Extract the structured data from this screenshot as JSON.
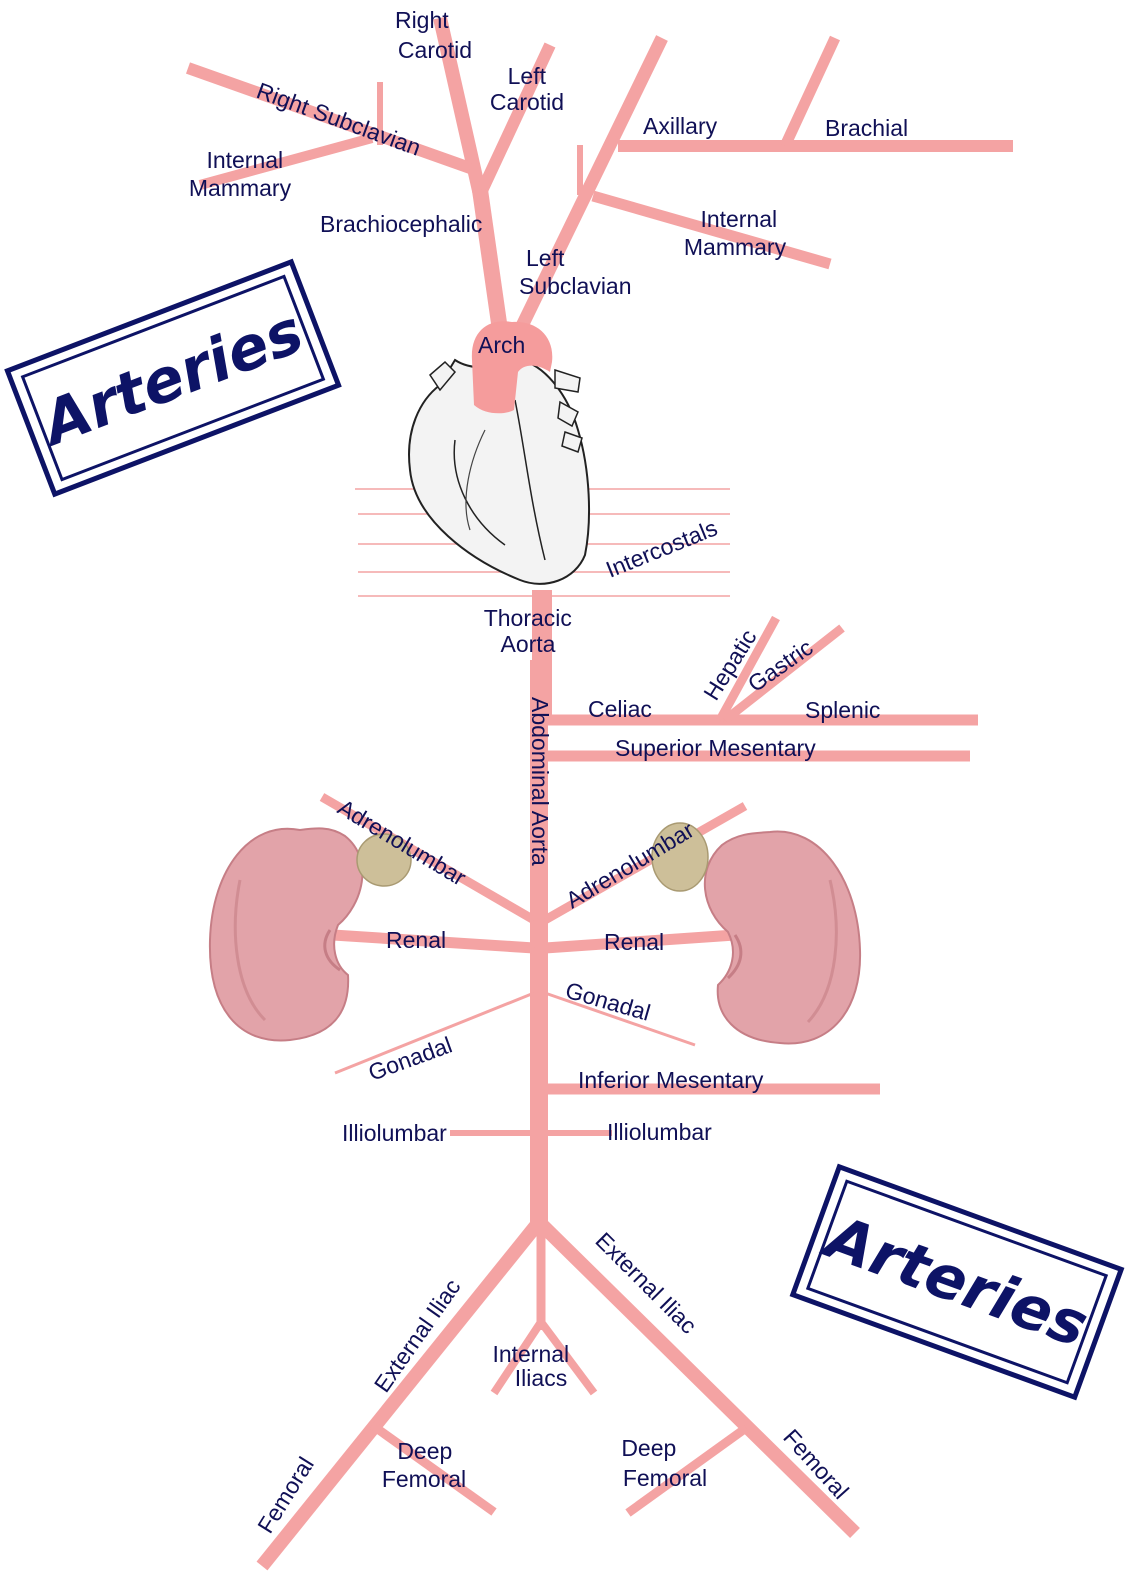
{
  "colors": {
    "artery": "#f4a3a3",
    "label": "#101056",
    "stamp": "#0d1366",
    "heart_outline": "#222222",
    "heart_fill": "#f3f3f3",
    "arch": "#f59c9c",
    "kidney": "#e2a3a9",
    "kidney_shade": "#c67e86",
    "adrenal": "#cdbf99"
  },
  "stamps": {
    "top_left": "Arteries",
    "bottom_right": "Arteries"
  },
  "labels": {
    "right_carotid": [
      "Right",
      "Carotid"
    ],
    "left_carotid": [
      "Left",
      "Carotid"
    ],
    "right_subclavian": "Right Subclavian",
    "internal_mammary_right": [
      "Internal",
      "Mammary"
    ],
    "brachiocephalic": "Brachiocephalic",
    "axillary": "Axillary",
    "brachial": "Brachial",
    "internal_mammary_left": [
      "Internal",
      "Mammary"
    ],
    "left_subclavian": [
      "Left",
      "Subclavian"
    ],
    "arch": "Arch",
    "intercostals": "Intercostals",
    "thoracic_aorta": [
      "Thoracic",
      "Aorta"
    ],
    "hepatic": "Hepatic",
    "gastric": "Gastric",
    "celiac": "Celiac",
    "splenic": "Splenic",
    "superior_mesentary": "Superior Mesentary",
    "abdominal_aorta": "Abdominal Aorta",
    "adrenolumbar_right": "Adrenolumbar",
    "adrenolumbar_left": "Adrenolumbar",
    "renal_right": "Renal",
    "renal_left": "Renal",
    "gonadal_left_side": "Gonadal",
    "gonadal_right_side": "Gonadal",
    "inferior_mesentary": "Inferior Mesentary",
    "illiolumbar_right": "Illiolumbar",
    "illiolumbar_left": "Illiolumbar",
    "external_iliac_right": "External Iliac",
    "external_iliac_left": "External Iliac",
    "internal_iliacs": [
      "Internal",
      "Iliacs"
    ],
    "deep_femoral_right": [
      "Deep",
      "Femoral"
    ],
    "deep_femoral_left": [
      "Deep",
      "Femoral"
    ],
    "femoral_right": "Femoral",
    "femoral_left": "Femoral"
  }
}
